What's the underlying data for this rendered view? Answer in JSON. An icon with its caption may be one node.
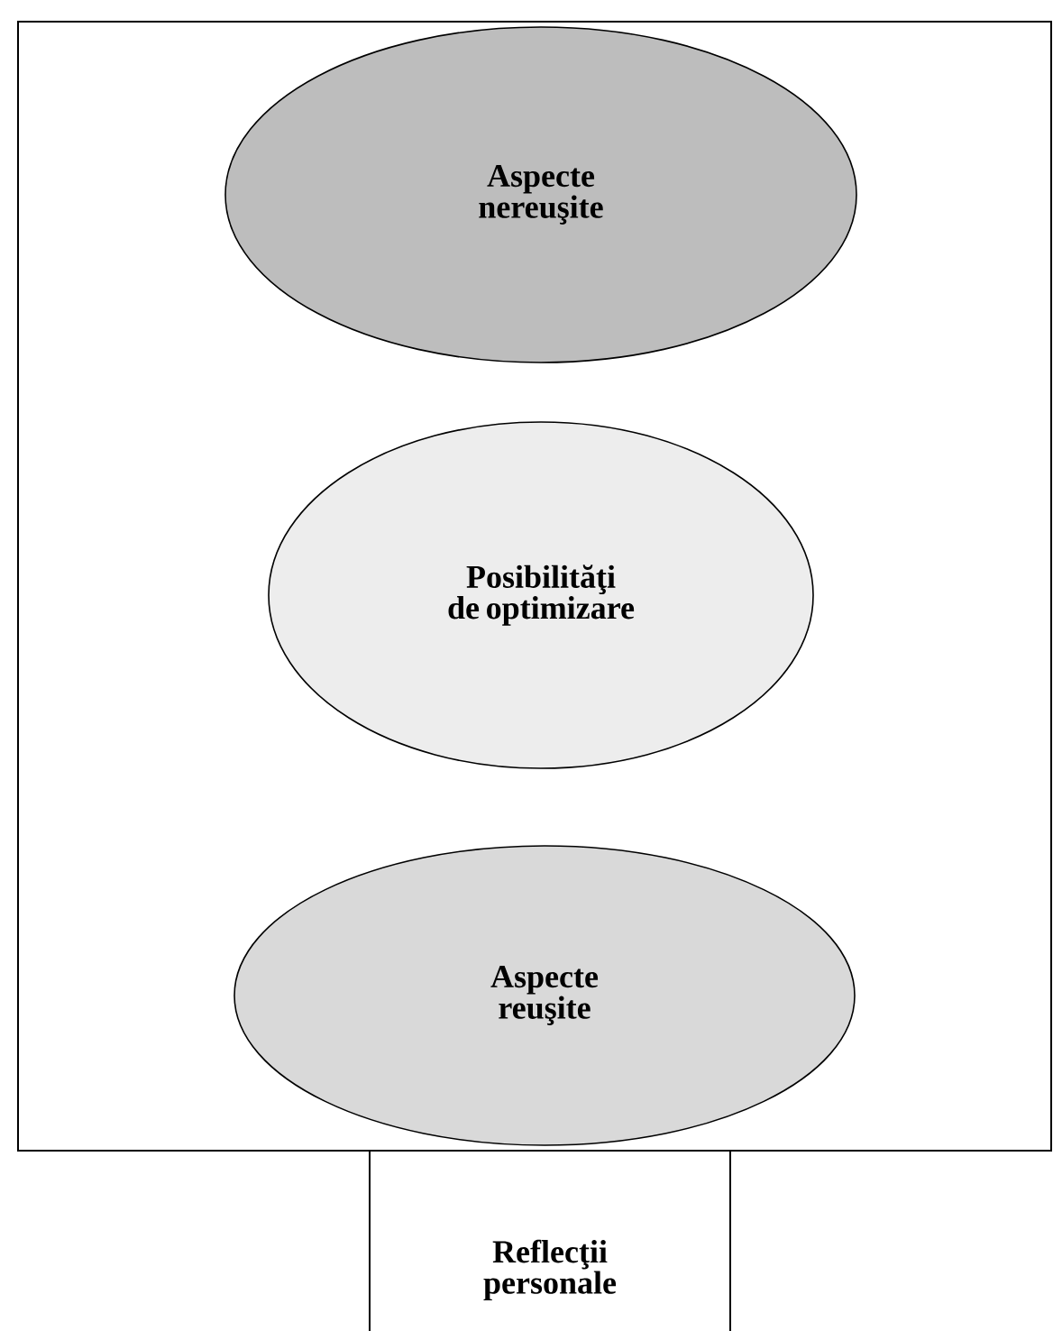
{
  "diagram": {
    "nodes": [
      {
        "text": [],
        "shape": "box"
      },
      {
        "text": [
          "Aspecte nereuşite"
        ],
        "in": 0
      },
      {
        "text": [
          "Posibilităţi de optimizare"
        ],
        "in": 0
      },
      {
        "text": [
          "Aspecte reuşite"
        ],
        "in": 0
      },
      {
        "text": [
          "Reflecţii personale"
        ]
      }
    ]
  }
}
